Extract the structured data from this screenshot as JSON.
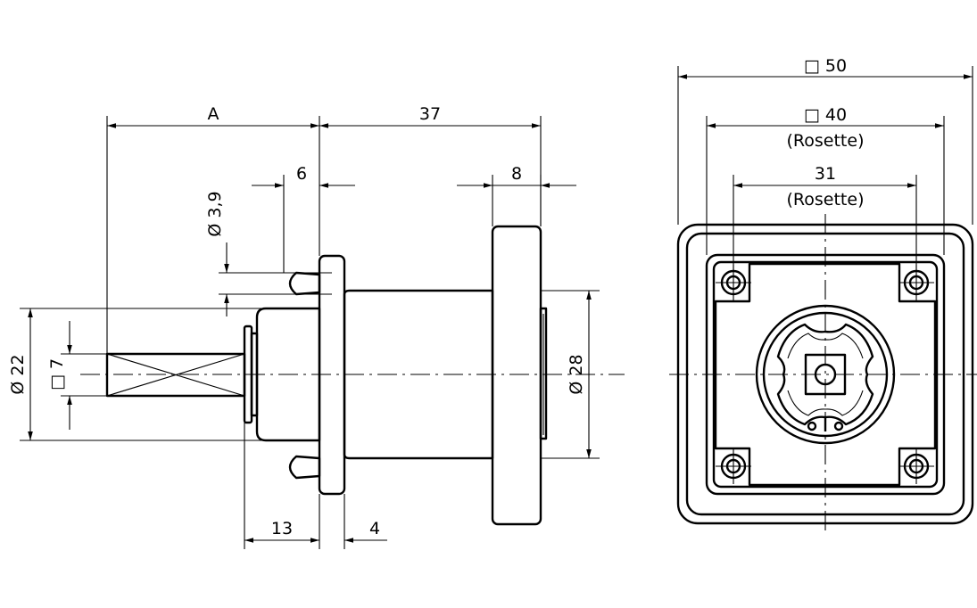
{
  "side_view": {
    "dim_a": "A",
    "dim_37": "37",
    "dim_6": "6",
    "dim_8": "8",
    "dim_phi39": "Ø 3,9",
    "dim_phi22": "Ø 22",
    "dim_sq7": "□ 7",
    "dim_phi28": "Ø 28",
    "dim_13": "13",
    "dim_4": "4"
  },
  "front_view": {
    "dim_sq50": "□ 50",
    "dim_sq40": "□ 40",
    "dim_sq40_note": "(Rosette)",
    "dim_31": "31",
    "dim_31_note": "(Rosette)"
  }
}
